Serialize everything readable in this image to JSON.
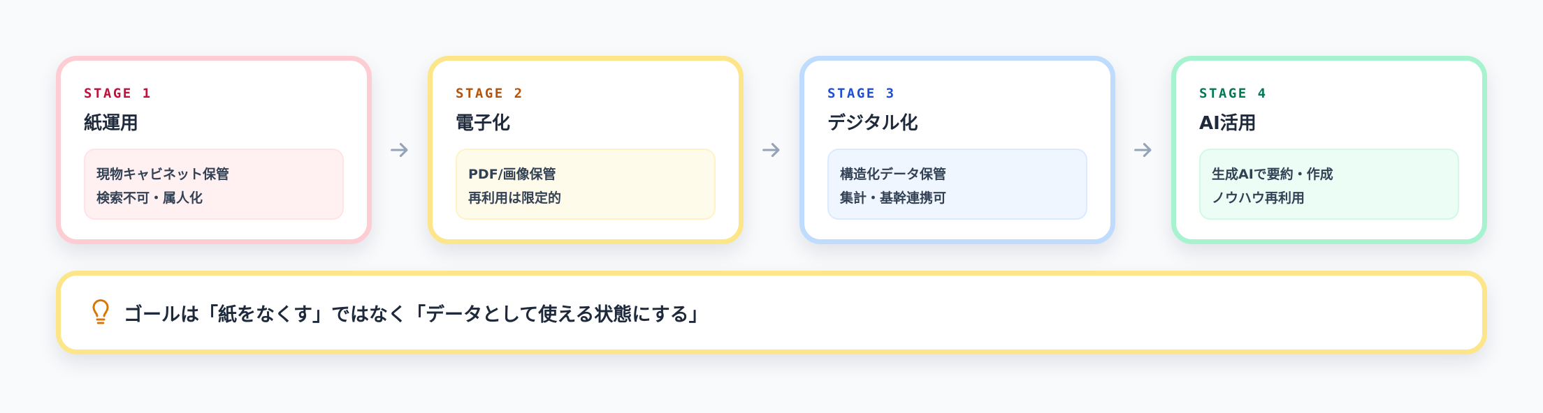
{
  "stages": [
    {
      "label": "STAGE 1",
      "title": "紙運用",
      "lines": [
        "現物キャビネット保管",
        "検索不可・属人化"
      ],
      "colors": {
        "border": "#fecdd3",
        "label": "#be123c",
        "desc_bg": "#fff1f2",
        "desc_border": "#ffe4e6"
      }
    },
    {
      "label": "STAGE 2",
      "title": "電子化",
      "lines": [
        "PDF/画像保管",
        "再利用は限定的"
      ],
      "colors": {
        "border": "#fde68a",
        "label": "#b45309",
        "desc_bg": "#fffbeb",
        "desc_border": "#fef3c7"
      }
    },
    {
      "label": "STAGE 3",
      "title": "デジタル化",
      "lines": [
        "構造化データ保管",
        "集計・基幹連携可"
      ],
      "colors": {
        "border": "#bfdbfe",
        "label": "#1d4ed8",
        "desc_bg": "#eff6ff",
        "desc_border": "#dbeafe"
      }
    },
    {
      "label": "STAGE 4",
      "title": "AI活用",
      "lines": [
        "生成AIで要約・作成",
        "ノウハウ再利用"
      ],
      "colors": {
        "border": "#a7f3d0",
        "label": "#047857",
        "desc_bg": "#ecfdf5",
        "desc_border": "#d1fae5"
      }
    }
  ],
  "arrow": {
    "icon": "arrow-right-icon",
    "color": "#94a3b8"
  },
  "goal": {
    "icon": "lightbulb-icon",
    "icon_color": "#d97706",
    "text": "ゴールは「紙をなくす」ではなく「データとして使える状態にする」",
    "border_color": "#fde68a"
  }
}
